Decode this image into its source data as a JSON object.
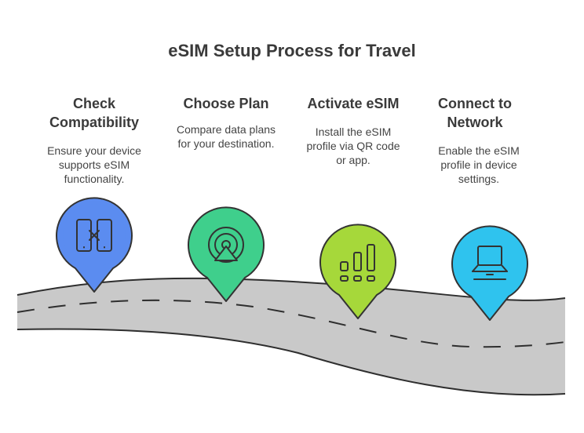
{
  "title": "eSIM Setup Process for Travel",
  "steps": [
    {
      "heading": "Check Compatibility",
      "heading_line1": "Check",
      "heading_line2": "Compatibility",
      "description": "Ensure your device supports eSIM functionality.",
      "desc_line1": "Ensure your device",
      "desc_line2": "supports eSIM",
      "desc_line3": "functionality.",
      "icon": "phone-compare-icon",
      "color": "#5b8cf0"
    },
    {
      "heading": "Choose Plan",
      "heading_line1": "Choose Plan",
      "description": "Compare data plans for your destination.",
      "desc_line1": "Compare data plans",
      "desc_line2": "for your destination.",
      "icon": "signal-broadcast-icon",
      "color": "#3fcf8c"
    },
    {
      "heading": "Activate eSIM",
      "heading_line1": "Activate eSIM",
      "description": "Install the eSIM profile via QR code or app.",
      "desc_line1": "Install the eSIM",
      "desc_line2": "profile via QR code",
      "desc_line3": "or app.",
      "icon": "signal-bars-icon",
      "color": "#a6d83a"
    },
    {
      "heading": "Connect to Network",
      "heading_line1": "Connect to",
      "heading_line2": "Network",
      "description": "Enable the eSIM profile in device settings.",
      "desc_line1": "Enable the eSIM",
      "desc_line2": "profile in device",
      "desc_line3": "settings.",
      "icon": "laptop-icon",
      "color": "#2fc3ee"
    }
  ],
  "colors": {
    "road": "#c9c9c9",
    "road_edge": "#2e2e2e",
    "marker_outline": "#333333"
  }
}
